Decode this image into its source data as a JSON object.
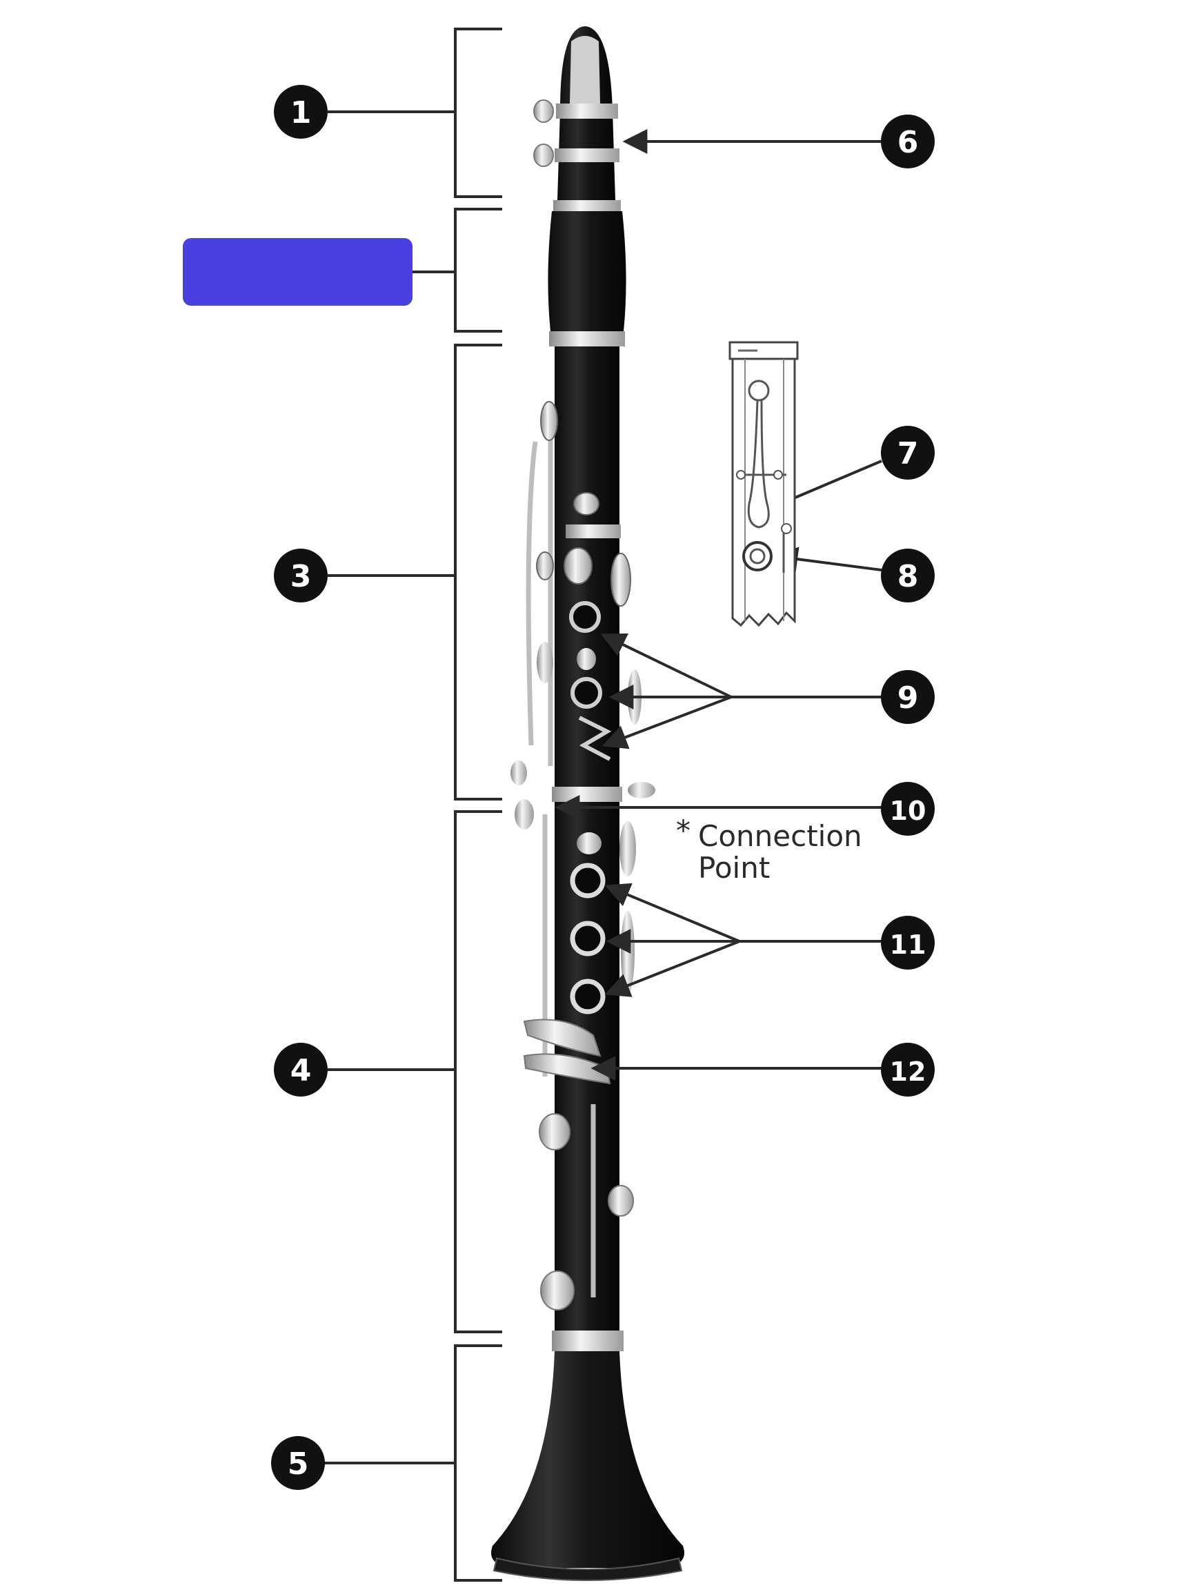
{
  "diagram": {
    "callouts": {
      "c1": "1",
      "c3": "3",
      "c4": "4",
      "c5": "5",
      "c6": "6",
      "c7": "7",
      "c8": "8",
      "c9": "9",
      "c10": "10",
      "c11": "11",
      "c12": "12"
    },
    "hidden_label_color": "#4a3fe0",
    "note": {
      "asterisk": "*",
      "line1": "Connection",
      "line2": "Point"
    }
  }
}
